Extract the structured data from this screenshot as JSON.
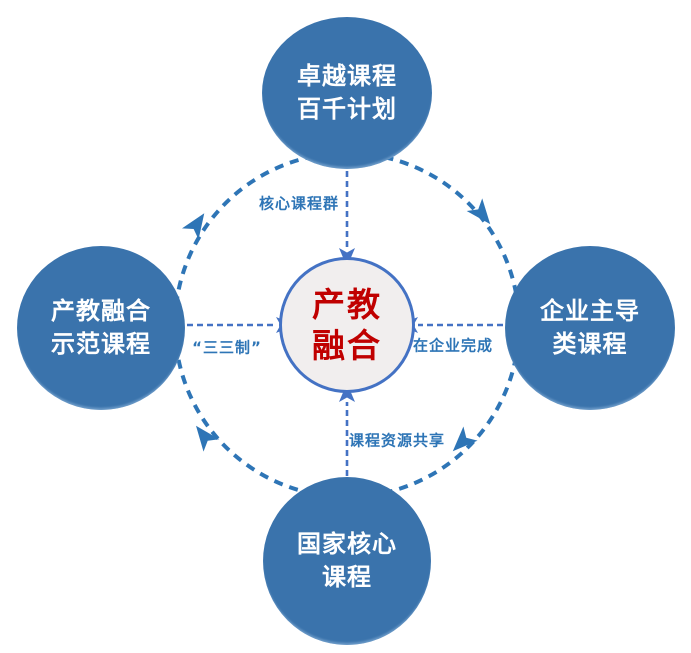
{
  "diagram": {
    "type": "hub-and-spoke cycle diagram",
    "center": {
      "label_line1": "产教",
      "label_line2": "融合"
    },
    "nodes": {
      "top": {
        "label_line1": "卓越课程",
        "label_line2": "百千计划"
      },
      "right": {
        "label_line1": "企业主导",
        "label_line2": "类课程"
      },
      "bottom": {
        "label_line1": "国家核心",
        "label_line2": "课程"
      },
      "left": {
        "label_line1": "产教融合",
        "label_line2": "示范课程"
      }
    },
    "edge_labels": {
      "top": "核心课程群",
      "left": "“三三制”",
      "right": "在企业完成",
      "bottom": "课程资源共享"
    },
    "arrows": {
      "radial": "all four outer circles point into the center circle with short dashed arrows",
      "ring": "dashed circular arcs connect the four outer circles clockwise: top → right → bottom → left → top"
    },
    "colors": {
      "node_fill": "#3a73ac",
      "node_text": "#ffffff",
      "ring_arrow": "#2e75b6",
      "radial_arrow": "#4472c4",
      "center_fill": "#f1eeee",
      "center_border": "#4472c4",
      "center_text": "#c00000",
      "edge_label_text": "#2e75b6",
      "background": "#ffffff"
    }
  }
}
